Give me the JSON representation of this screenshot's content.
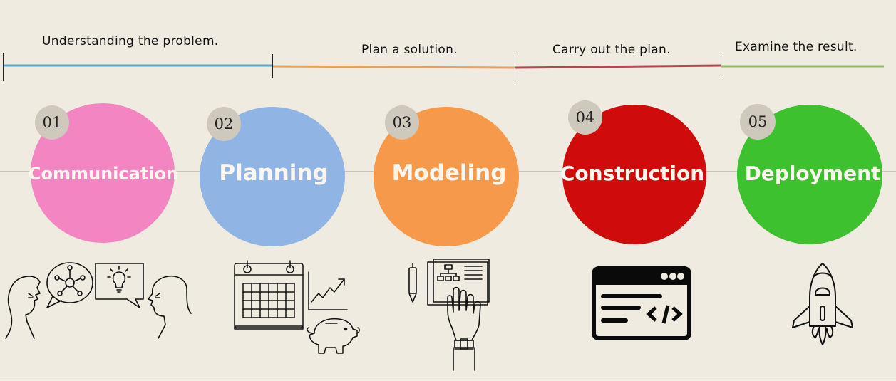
{
  "phases": [
    {
      "label": "Understanding the problem.",
      "color": "#5aa7c8"
    },
    {
      "label": "Plan a solution.",
      "color": "#e9a15a"
    },
    {
      "label": "Carry out the plan.",
      "color": "#b5454c"
    },
    {
      "label": "Examine the result.",
      "color": "#94b865"
    }
  ],
  "steps": [
    {
      "number": "01",
      "name": "Communication",
      "color": "#f385c2",
      "icon": "conversation-icon"
    },
    {
      "number": "02",
      "name": "Planning",
      "color": "#90b5e4",
      "icon": "calendar-chart-piggybank-icon"
    },
    {
      "number": "03",
      "name": "Modeling",
      "color": "#f7994a",
      "icon": "tablet-diagram-hand-icon"
    },
    {
      "number": "04",
      "name": "Construction",
      "color": "#d00b0b",
      "icon": "code-window-icon"
    },
    {
      "number": "05",
      "name": "Deployment",
      "color": "#3dc12f",
      "icon": "rocket-icon"
    }
  ]
}
